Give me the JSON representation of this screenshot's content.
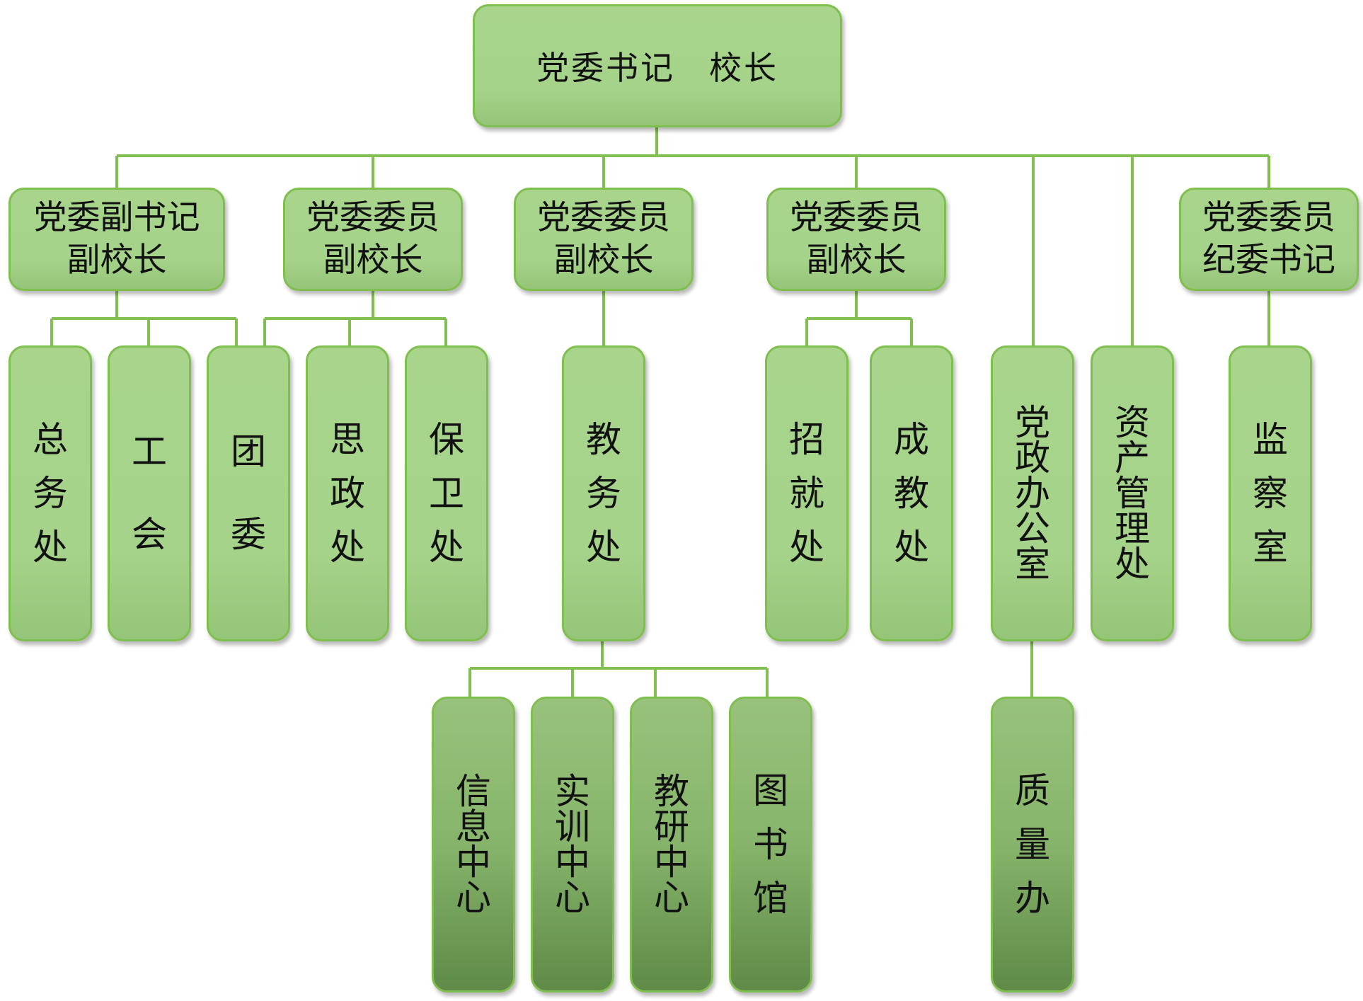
{
  "top": {
    "left": "党委书记",
    "right": "校长"
  },
  "roles": [
    {
      "line1": "党委副书记",
      "line2": "副校长"
    },
    {
      "line1": "党委委员",
      "line2": "副校长"
    },
    {
      "line1": "党委委员",
      "line2": "副校长"
    },
    {
      "line1": "党委委员",
      "line2": "副校长"
    },
    {
      "line1": "党委委员",
      "line2": "纪委书记"
    }
  ],
  "departments": [
    "总务处",
    "工会",
    "团委",
    "思政处",
    "保卫处",
    "教务处",
    "招就处",
    "成教处",
    "党政办公室",
    "资产管理处",
    "监察室"
  ],
  "sub_departments": [
    "信息中心",
    "实训中心",
    "教研中心",
    "图书馆",
    "质量办"
  ],
  "colors": {
    "box_fill": "#a6d48a",
    "box_border": "#7fbf4e",
    "box_dark_bottom": "#5f8a48",
    "line": "#80bf50"
  }
}
